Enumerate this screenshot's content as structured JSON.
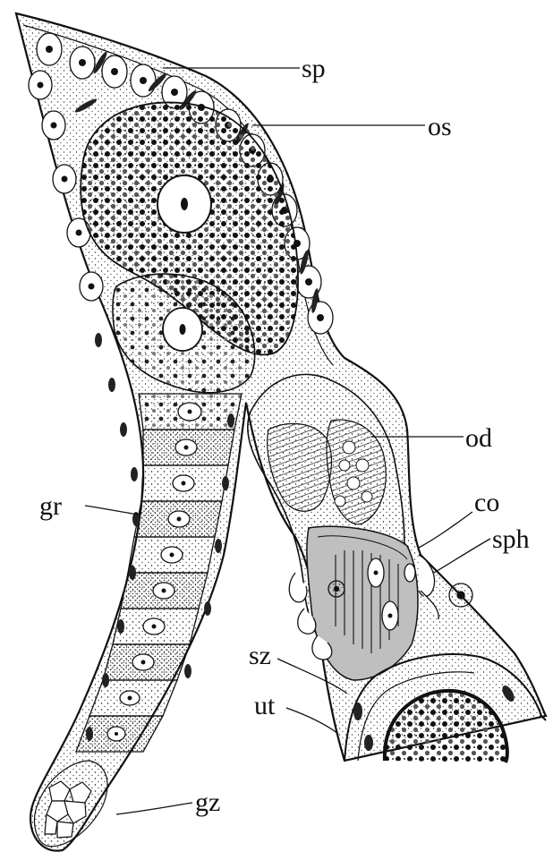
{
  "figure": {
    "labels": {
      "sp": "sp",
      "os": "os",
      "od": "od",
      "co": "co",
      "sph": "sph",
      "gr": "gr",
      "sz": "sz",
      "ut": "ut",
      "gz": "gz"
    },
    "colors": {
      "ink": "#111111",
      "background": "#ffffff",
      "shade": "#bfbfbf"
    }
  }
}
